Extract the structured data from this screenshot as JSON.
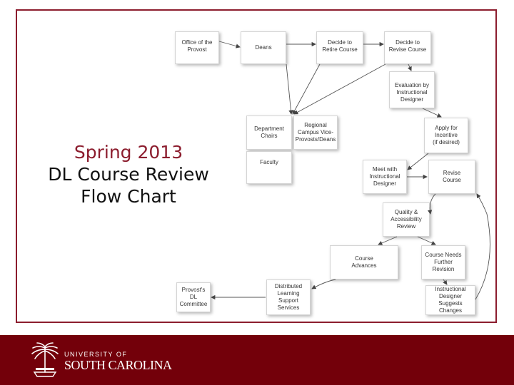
{
  "title": {
    "line1": "Spring 2013",
    "line2": "DL Course Review",
    "line3": "Flow Chart"
  },
  "flowchart": {
    "office_provost": "Office of the\nProvost",
    "deans": "Deans",
    "decide_retire": "Decide to\nRetire Course",
    "decide_revise": "Decide to\nRevise Course",
    "evaluation": "Evaluation by\nInstructional\nDesigner",
    "department_chairs": "Department\nChairs",
    "regional": "Regional\nCampus Vice-\nProvosts/Deans",
    "faculty": "Faculty",
    "apply_incentive": "Apply for\nIncentive\n(if desired)",
    "meet_designer": "Meet with\nInstructional\nDesigner",
    "revise_course": "Revise\nCourse",
    "quality_review": "Quality &\nAccessibility\nReview",
    "course_advances": "Course\nAdvances",
    "needs_revision": "Course Needs\nFurther\nRevision",
    "provost_dl": "Provost's DL\nCommittee",
    "distributed_learning": "Distributed\nLearning\nSupport\nServices",
    "designer_suggests": "Instructional\nDesigner\nSuggests Changes"
  },
  "footer": {
    "wordmark_line1": "UNIVERSITY OF",
    "wordmark_line2": "SOUTH CAROLINA",
    "bar_color": "#73000a",
    "accent_color": "#8c1d2e"
  }
}
